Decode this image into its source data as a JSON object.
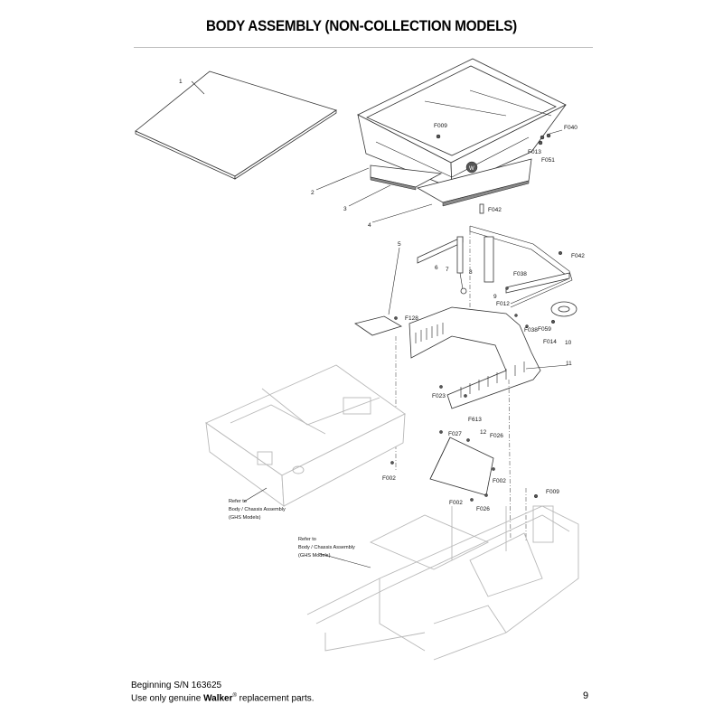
{
  "page": {
    "title": "BODY ASSEMBLY (NON-COLLECTION MODELS)",
    "page_number": "9"
  },
  "footer": {
    "serial_line": "Beginning S/N 163625",
    "parts_prefix": "Use only genuine ",
    "brand": "Walker",
    "registered_mark": "®",
    "parts_suffix": " replacement parts."
  },
  "callouts": {
    "c1": "1",
    "c2": "2",
    "c3": "3",
    "c4": "4",
    "c5": "5",
    "c6": "6",
    "c7": "7",
    "c8": "8",
    "c9": "9",
    "c10": "10",
    "c11": "11",
    "c12": "12",
    "F009_top": "F009",
    "F040": "F040",
    "F013": "F013",
    "F051": "F051",
    "F042_a": "F042",
    "F042_b": "F042",
    "F038_a": "F038",
    "F012": "F012",
    "F038_b": "F038",
    "F059": "F059",
    "F014": "F014",
    "F128": "F128",
    "F023": "F023",
    "F613": "F613",
    "F027": "F027",
    "F026_a": "F026",
    "F002_a": "F002",
    "F002_b": "F002",
    "F002_c": "F002",
    "F026_b": "F026",
    "F009_b": "F009"
  },
  "references": {
    "ref1": [
      "Refer to",
      "Body / Chassis Assembly",
      "(GHS Models)"
    ],
    "ref2": [
      "Refer to",
      "Body / Chassis Assembly",
      "(GHS Models)"
    ]
  },
  "colors": {
    "ghost_line": "#b8b8b8",
    "line": "#222222",
    "rule": "#bfbfbf"
  }
}
